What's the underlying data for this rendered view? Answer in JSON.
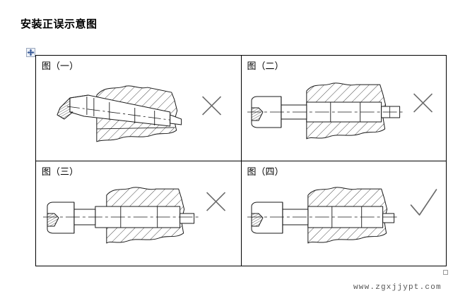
{
  "document": {
    "title": "安装正误示意图",
    "watermark": "www.zgxjjypt.com"
  },
  "handles": {
    "move_handle_icon": "move-cross-icon",
    "resize_handle_icon": "resize-square-icon"
  },
  "table": {
    "rows": 2,
    "columns": 2,
    "cells": [
      {
        "label": "图（一）",
        "verdict": "incorrect",
        "verdict_mark": "✗",
        "mark_icon": "cross-mark-icon",
        "figure": "insert-installed-at-angle"
      },
      {
        "label": "图（二）",
        "verdict": "incorrect",
        "verdict_mark": "✗",
        "mark_icon": "cross-mark-icon",
        "figure": "insert-protruding-too-far"
      },
      {
        "label": "图（三）",
        "verdict": "incorrect",
        "verdict_mark": "✗",
        "mark_icon": "cross-mark-icon",
        "figure": "insert-seated-too-shallow"
      },
      {
        "label": "图（四）",
        "verdict": "correct",
        "verdict_mark": "✓",
        "mark_icon": "check-mark-icon",
        "figure": "insert-installed-flush"
      }
    ]
  },
  "colors": {
    "line": "#1a1a1a",
    "mark": "#6b6b6b",
    "border": "#000000",
    "handle_accent": "#3b5c9a"
  }
}
